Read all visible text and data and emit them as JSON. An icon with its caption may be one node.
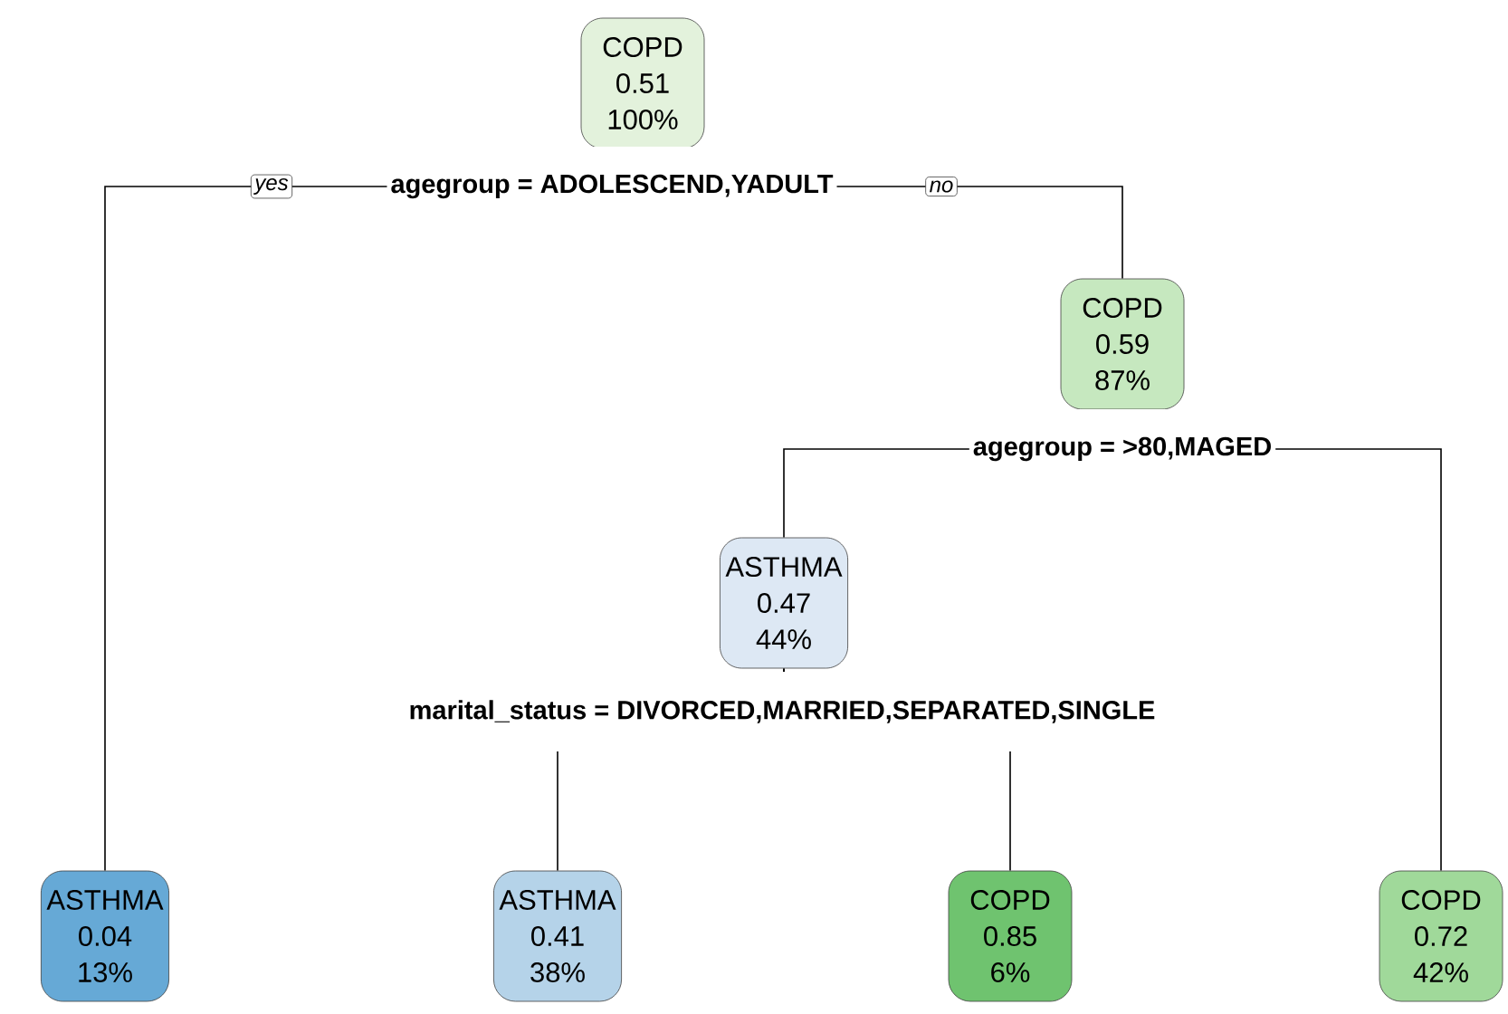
{
  "diagram": {
    "nodes": [
      {
        "text": [
          "COPD",
          "0.51",
          "100%"
        ]
      },
      {
        "text": [
          "ASTHMA",
          "0.04",
          "13%"
        ]
      },
      {
        "text": [
          "COPD",
          "0.59",
          "87%"
        ]
      },
      {
        "text": [
          "ASTHMA",
          "0.47",
          "44%"
        ]
      },
      {
        "text": [
          "ASTHMA",
          "0.41",
          "38%"
        ]
      },
      {
        "text": [
          "COPD",
          "0.85",
          "6%"
        ]
      },
      {
        "text": [
          "COPD",
          "0.72",
          "42%"
        ]
      }
    ],
    "edges": [
      {
        "from": 0,
        "to": 1,
        "arrow": "none",
        "label": "yes"
      },
      {
        "from": 0,
        "to": 2,
        "arrow": "none",
        "label": "no"
      },
      {
        "from": 2,
        "to": 3,
        "arrow": "none"
      },
      {
        "from": 2,
        "to": 6,
        "arrow": "none"
      },
      {
        "from": 3,
        "to": 4,
        "arrow": "none"
      },
      {
        "from": 3,
        "to": 5,
        "arrow": "none"
      }
    ],
    "labels": [
      "agegroup = ADOLESCEND,YADULT",
      "agegroup = >80,MAGED",
      "marital_status = DIVORCED,MARRIED,SEPARATED,SINGLE"
    ]
  }
}
